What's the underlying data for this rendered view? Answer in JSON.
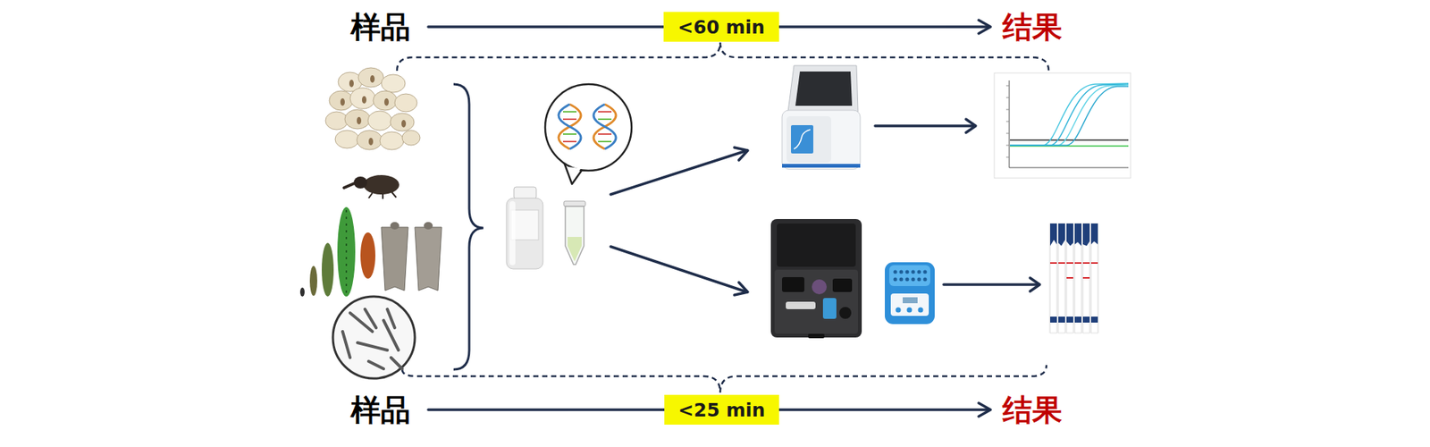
{
  "diagram": {
    "nodes": [
      {
        "text": [
          "<60 min"
        ]
      },
      {
        "text": [
          "<25 min"
        ]
      }
    ],
    "labels": [
      "样品",
      "结果",
      "样品",
      "结果"
    ]
  }
}
